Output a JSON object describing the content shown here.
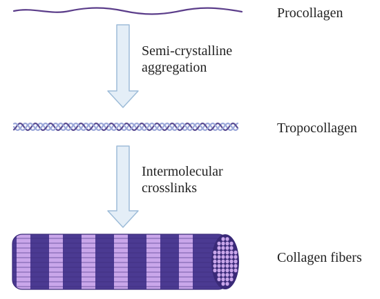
{
  "stages": [
    {
      "id": "procollagen",
      "label": "Procollagen"
    },
    {
      "id": "tropocollagen",
      "label": "Tropocollagen"
    },
    {
      "id": "collagen-fibers",
      "label": "Collagen fibers"
    }
  ],
  "steps": [
    {
      "line1": "Semi-crystalline",
      "line2": "aggregation"
    },
    {
      "line1": "Intermolecular",
      "line2": "crosslinks"
    }
  ],
  "colors": {
    "procollagen_strand": "#5b3d8a",
    "triple_helix_strand_dark": "#5a4d93",
    "triple_helix_strand_light": "#9aa6d8",
    "arrow_fill": "#e4eef7",
    "arrow_stroke": "#9dbcd8",
    "fiber_dark": "#4b3a92",
    "fiber_light": "#c9a6ea",
    "fiber_outline": "#3a2a78"
  }
}
